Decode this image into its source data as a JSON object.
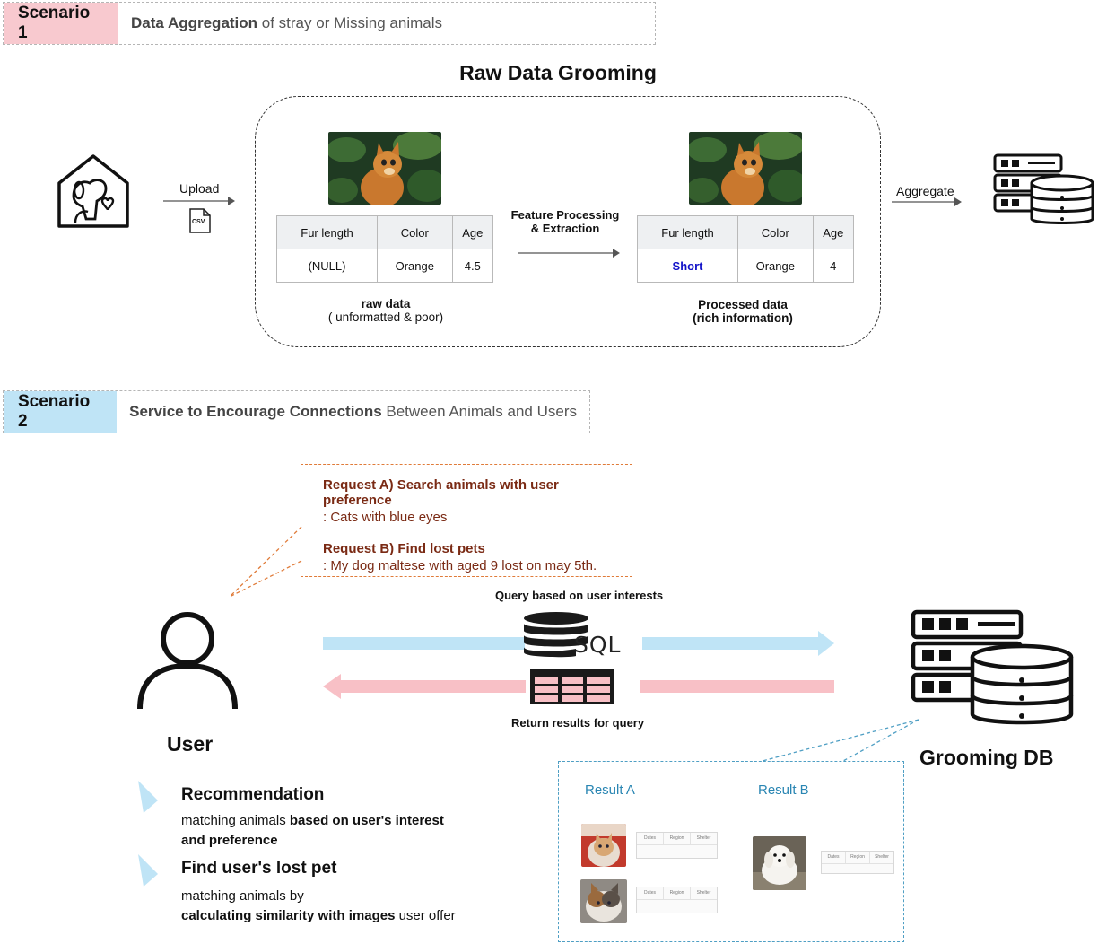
{
  "scenario1": {
    "tag": "Scenario 1",
    "text_bold": "Data Aggregation",
    "text_rest": " of stray or Missing animals",
    "tag_color": "#f8c9cf"
  },
  "title": "Raw Data Grooming",
  "upload_label": "Upload",
  "csv_label": "CSV",
  "feature_label_line1": "Feature Processing",
  "feature_label_line2": "& Extraction",
  "aggregate_label": "Aggregate",
  "raw_table": {
    "headers": [
      "Fur length",
      "Color",
      "Age"
    ],
    "row": [
      "(NULL)",
      "Orange",
      "4.5"
    ]
  },
  "processed_table": {
    "headers": [
      "Fur length",
      "Color",
      "Age"
    ],
    "row": [
      "Short",
      "Orange",
      "4"
    ]
  },
  "raw_caption_line1": "raw data",
  "raw_caption_line2": "( unformatted & poor)",
  "processed_caption_line1": "Processed data",
  "processed_caption_line2": "(rich information)",
  "scenario2": {
    "tag": "Scenario 2",
    "text_bold": "Service to Encourage Connections",
    "text_rest": " Between Animals and Users",
    "tag_color": "#bfe4f6"
  },
  "request_a_title": "Request A) Search animals with user preference",
  "request_a_text": ": Cats with blue eyes",
  "request_b_title": "Request B) Find lost pets",
  "request_b_text": ": My dog maltese with aged 9 lost on may 5th.",
  "query_label": "Query based on user interests",
  "return_label": "Return results for query",
  "sql_label": "SQL",
  "user_label": "User",
  "db_label": "Grooming DB",
  "feature1_title": "Recommendation",
  "feature1_text_a": "matching animals ",
  "feature1_text_b": "based on user's interest",
  "feature1_text_c": "and preference",
  "feature2_title": "Find user's lost pet",
  "feature2_text_a": "matching animals by",
  "feature2_text_b": "calculating similarity with images",
  "feature2_text_c": " user offer",
  "result_a_label": "Result A",
  "result_b_label": "Result B",
  "mini_headers": [
    "Dates",
    "Region",
    "Shelter"
  ],
  "colors": {
    "query_arrow": "#bfe4f6",
    "return_arrow": "#f8c0c6",
    "request_border": "#e07b39",
    "request_text": "#7a2a14",
    "results_border": "#4f9fc4",
    "short_value": "#1010c8"
  }
}
